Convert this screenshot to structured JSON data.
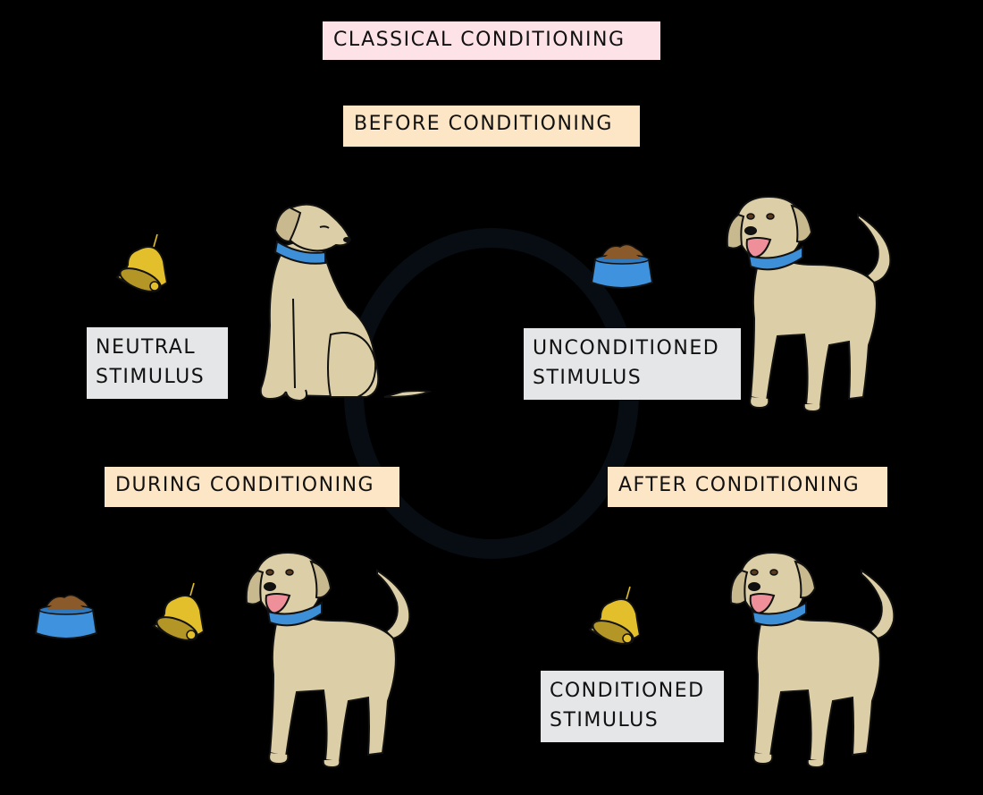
{
  "title": "CLASSICAL CONDITIONING",
  "stages": {
    "before": "BEFORE CONDITIONING",
    "during": "DURING CONDITIONING",
    "after": "AFTER CONDITIONING"
  },
  "stimuli": {
    "neutral": "NEUTRAL\nSTIMULUS",
    "unconditioned": "UNCONDITIONED\nSTIMULUS",
    "conditioned": "CONDITIONED\nSTIMULUS"
  },
  "colors": {
    "title_bg": "#fde3e7",
    "stage_bg": "#fde6c6",
    "stimulus_bg": "#e5e6e8",
    "dog_fur": "#dccfa7",
    "dog_ear": "#c9b98f",
    "collar": "#3d8fd8",
    "bell": "#e2bf2b",
    "bowl": "#3f93de",
    "food": "#8a5a2b",
    "tongue": "#ef8f9a"
  }
}
